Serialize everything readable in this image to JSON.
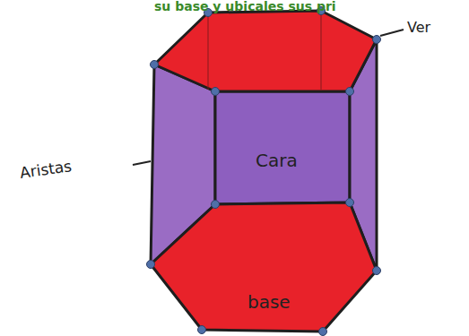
{
  "diagram": {
    "labels": [
      "su base y ubicales sus pri",
      "Ver",
      "Aristas",
      "Cara",
      "base"
    ]
  }
}
